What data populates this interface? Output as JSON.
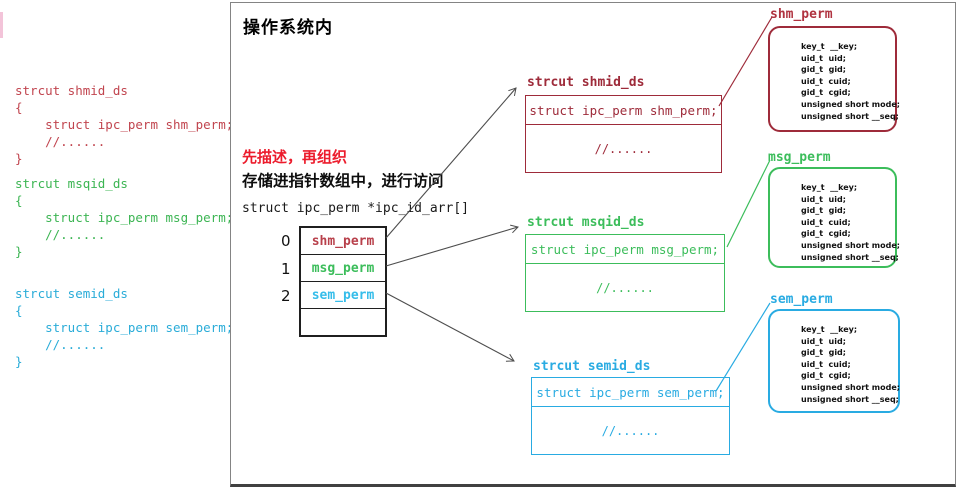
{
  "panel": {
    "title": "操作系统内",
    "hint_red": "先描述，再组织",
    "hint_black": "存储进指针数组中，进行访问",
    "array_decl": "struct ipc_perm *ipc_id_arr[]"
  },
  "outside_code": {
    "shmid": "strcut shmid_ds\n{\n    struct ipc_perm shm_perm;\n    //......\n}",
    "msqid": "strcut msqid_ds\n{\n    struct ipc_perm msg_perm;\n    //......\n}",
    "semid": "strcut semid_ds\n{\n    struct ipc_perm sem_perm;\n    //......\n}"
  },
  "pointer_array": {
    "rows": [
      {
        "index": "0",
        "label": "shm_perm"
      },
      {
        "index": "1",
        "label": "msg_perm"
      },
      {
        "index": "2",
        "label": "sem_perm"
      },
      {
        "index": "",
        "label": ""
      }
    ]
  },
  "structs": [
    {
      "label": "strcut shmid_ds",
      "member": "struct ipc_perm shm_perm;",
      "more": "//......"
    },
    {
      "label": "strcut msqid_ds",
      "member": "struct ipc_perm msg_perm;",
      "more": "//......"
    },
    {
      "label": "strcut semid_ds",
      "member": "struct ipc_perm sem_perm;",
      "more": "//......"
    }
  ],
  "perm_boxes": [
    {
      "label": "shm_perm",
      "fields": "key_t  __key;\nuid_t  uid;\ngid_t  gid;\nuid_t  cuid;\ngid_t  cgid;\nunsigned short mode;\nunsigned short __seq;"
    },
    {
      "label": "msg_perm",
      "fields": "key_t  __key;\nuid_t  uid;\ngid_t  gid;\nuid_t  cuid;\ngid_t  cgid;\nunsigned short mode;\nunsigned short __seq;"
    },
    {
      "label": "sem_perm",
      "fields": "key_t  __key;\nuid_t  uid;\ngid_t  gid;\nuid_t  cuid;\ngid_t  cgid;\nunsigned short mode;\nunsigned short __seq;"
    }
  ],
  "colors": {
    "crimson_code": "#c1454f",
    "dark_red": "#9e2b3a",
    "green": "#3cbd5b",
    "blue": "#29abe2",
    "accent_red": "#ec1c2c",
    "arrow_gray": "#4d4d4d"
  }
}
